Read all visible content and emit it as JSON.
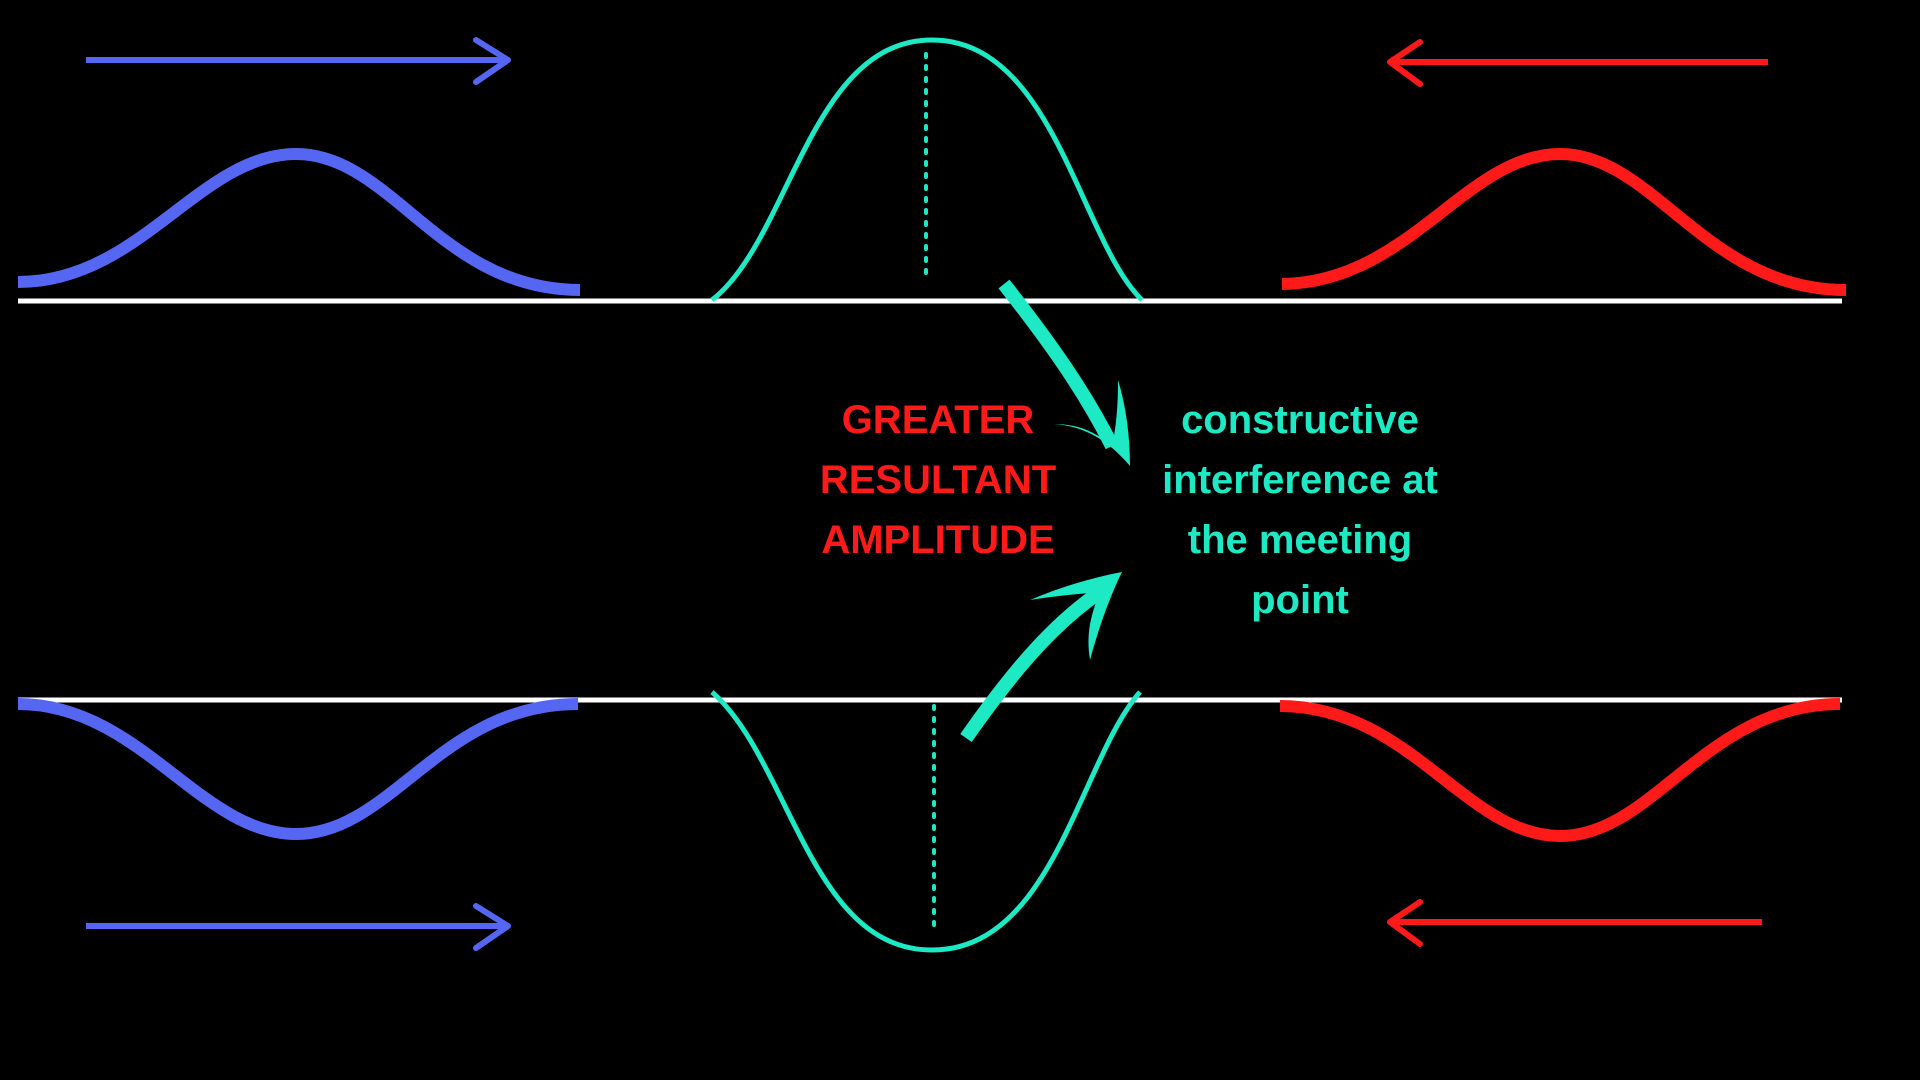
{
  "labels": {
    "result": [
      "GREATER",
      "RESULTANT",
      "AMPLITUDE"
    ],
    "interference": [
      "constructive",
      "interference at",
      "the meeting",
      "point"
    ]
  },
  "colors": {
    "background": "#000000",
    "left_wave": "#5567f2",
    "right_wave": "#ff1a1a",
    "resultant_wave": "#1de9c5",
    "baseline": "#ffffff",
    "result_text": "#ff1a1a",
    "interference_text": "#1de9c5"
  },
  "panels": [
    {
      "name": "crests",
      "left_pulse_direction": "right",
      "right_pulse_direction": "left",
      "displacement": "positive"
    },
    {
      "name": "troughs",
      "left_pulse_direction": "right",
      "right_pulse_direction": "left",
      "displacement": "negative"
    }
  ],
  "icons": {
    "direction_arrow": "arrow-icon",
    "pointer_arrow": "curved-arrow-icon"
  }
}
